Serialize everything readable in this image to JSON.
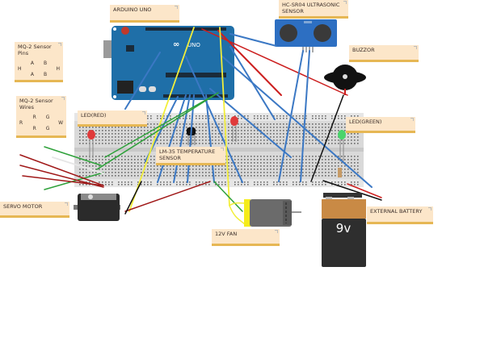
{
  "labels": {
    "arduino": "ARDUINO UNO",
    "ultrasonic": "HC-SR04 ULTRASONIC SENSOR",
    "buzzer": "BUZZOR",
    "mq2_pins_title": "MQ-2 Sensor Pins",
    "mq2_pins_rows": [
      [
        "A",
        "B"
      ],
      [
        "H",
        "H"
      ],
      [
        "A",
        "B"
      ]
    ],
    "mq2_wires_title": "MQ-2 Sensor Wires",
    "mq2_wires_rows": [
      [
        "R",
        "G"
      ],
      [
        "R",
        "W"
      ],
      [
        "R",
        "G"
      ]
    ],
    "led_red": "LED(RED)",
    "led_green": "LED(GREEN)",
    "lm35": "LM-35 TEMPERATURE SENSOR",
    "servo": "SERVO MOTOR",
    "fan": "12V FAN",
    "battery": "EXTERNAL BATTERY",
    "battery_voltage": "9v"
  },
  "colors": {
    "arduino_board": "#1f6fa8",
    "wire_blue": "#3b78c4",
    "wire_red": "#cc1f1f",
    "wire_dark_red": "#a01818",
    "wire_green": "#2ea13a",
    "wire_yellow": "#f2ee3a",
    "wire_black": "#111111",
    "note_bg": "#fce6c9",
    "note_border": "#e6b754",
    "breadboard": "#d9d9d9"
  }
}
